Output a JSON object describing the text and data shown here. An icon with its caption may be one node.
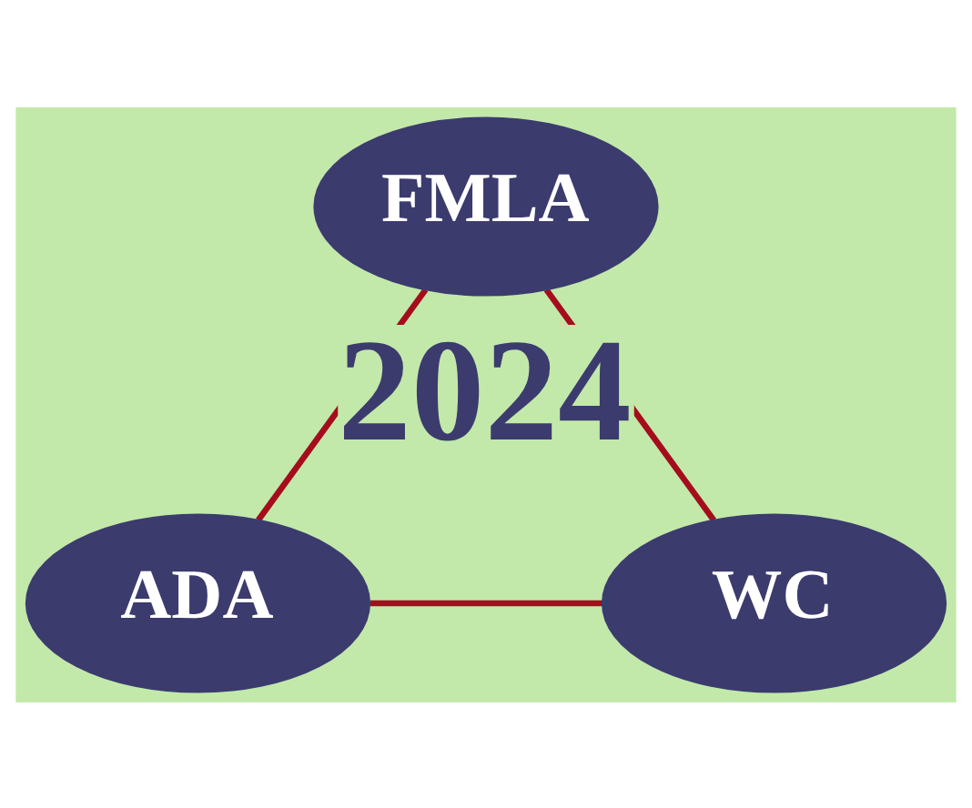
{
  "diagram": {
    "nodes": [
      {
        "text": [
          "FMLA"
        ]
      },
      {
        "text": [
          "ADA"
        ]
      },
      {
        "text": [
          "WC"
        ]
      }
    ],
    "edges": [
      {
        "from": 0,
        "to": 1,
        "arrow": "none"
      },
      {
        "from": 0,
        "to": 2,
        "arrow": "none"
      },
      {
        "from": 1,
        "to": 2,
        "arrow": "none"
      }
    ],
    "labels": [
      "2024"
    ]
  }
}
